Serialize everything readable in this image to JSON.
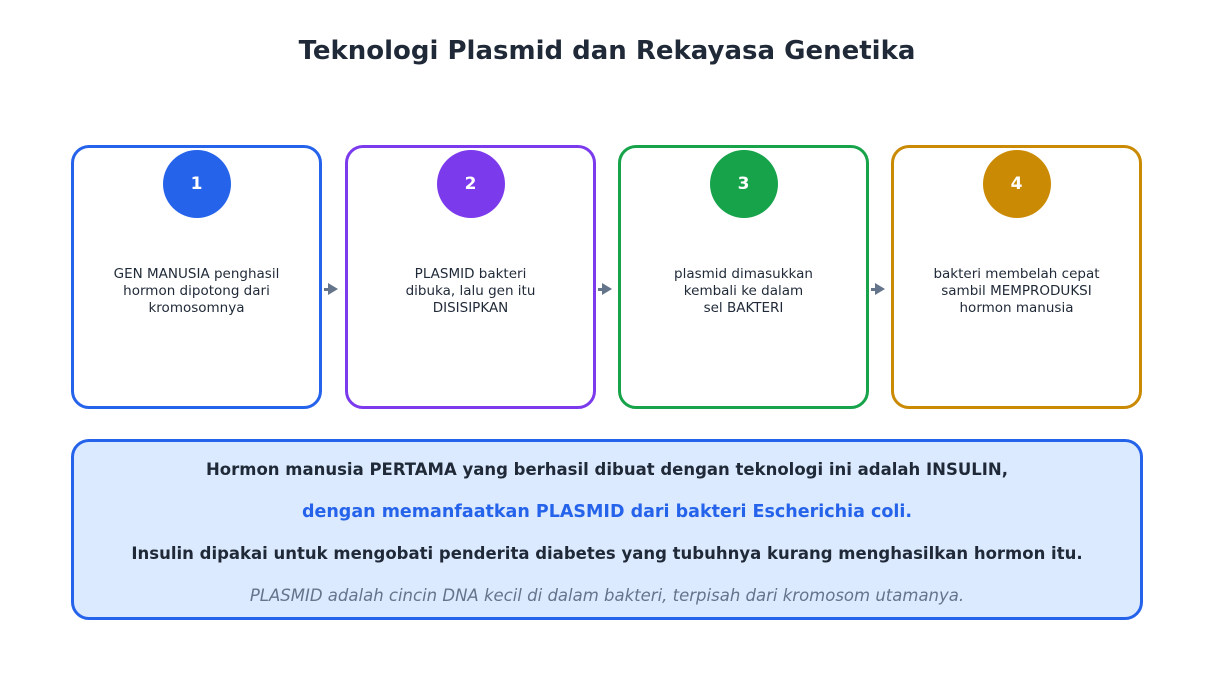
{
  "title": "Teknologi Plasmid dan Rekayasa Genetika",
  "steps": [
    {
      "number": "1",
      "text": "GEN MANUSIA penghasil\nhormon dipotong dari\nkromosomnya",
      "color": "#2563eb"
    },
    {
      "number": "2",
      "text": "PLASMID bakteri\ndibuka, lalu gen itu\nDISISIPKAN",
      "color": "#7c3aed"
    },
    {
      "number": "3",
      "text": "plasmid dimasukkan\nkembali ke dalam\nsel BAKTERI",
      "color": "#16a34a"
    },
    {
      "number": "4",
      "text": "bakteri membelah cepat\nsambil MEMPRODUKSI\nhormon manusia",
      "color": "#ca8a04"
    }
  ],
  "info": {
    "line1": "Hormon manusia PERTAMA yang berhasil dibuat dengan teknologi ini adalah INSULIN,",
    "line2": "dengan memanfaatkan PLASMID dari bakteri Escherichia coli.",
    "line3": "Insulin dipakai untuk mengobati penderita diabetes yang tubuhnya kurang menghasilkan hormon itu.",
    "line4": "PLASMID adalah cincin DNA kecil di dalam bakteri, terpisah dari kromosom utamanya."
  },
  "colors": {
    "arrow": "#64748b",
    "info_border": "#2563eb",
    "info_background": "#dbeafe",
    "highlight_text": "#2563eb"
  }
}
